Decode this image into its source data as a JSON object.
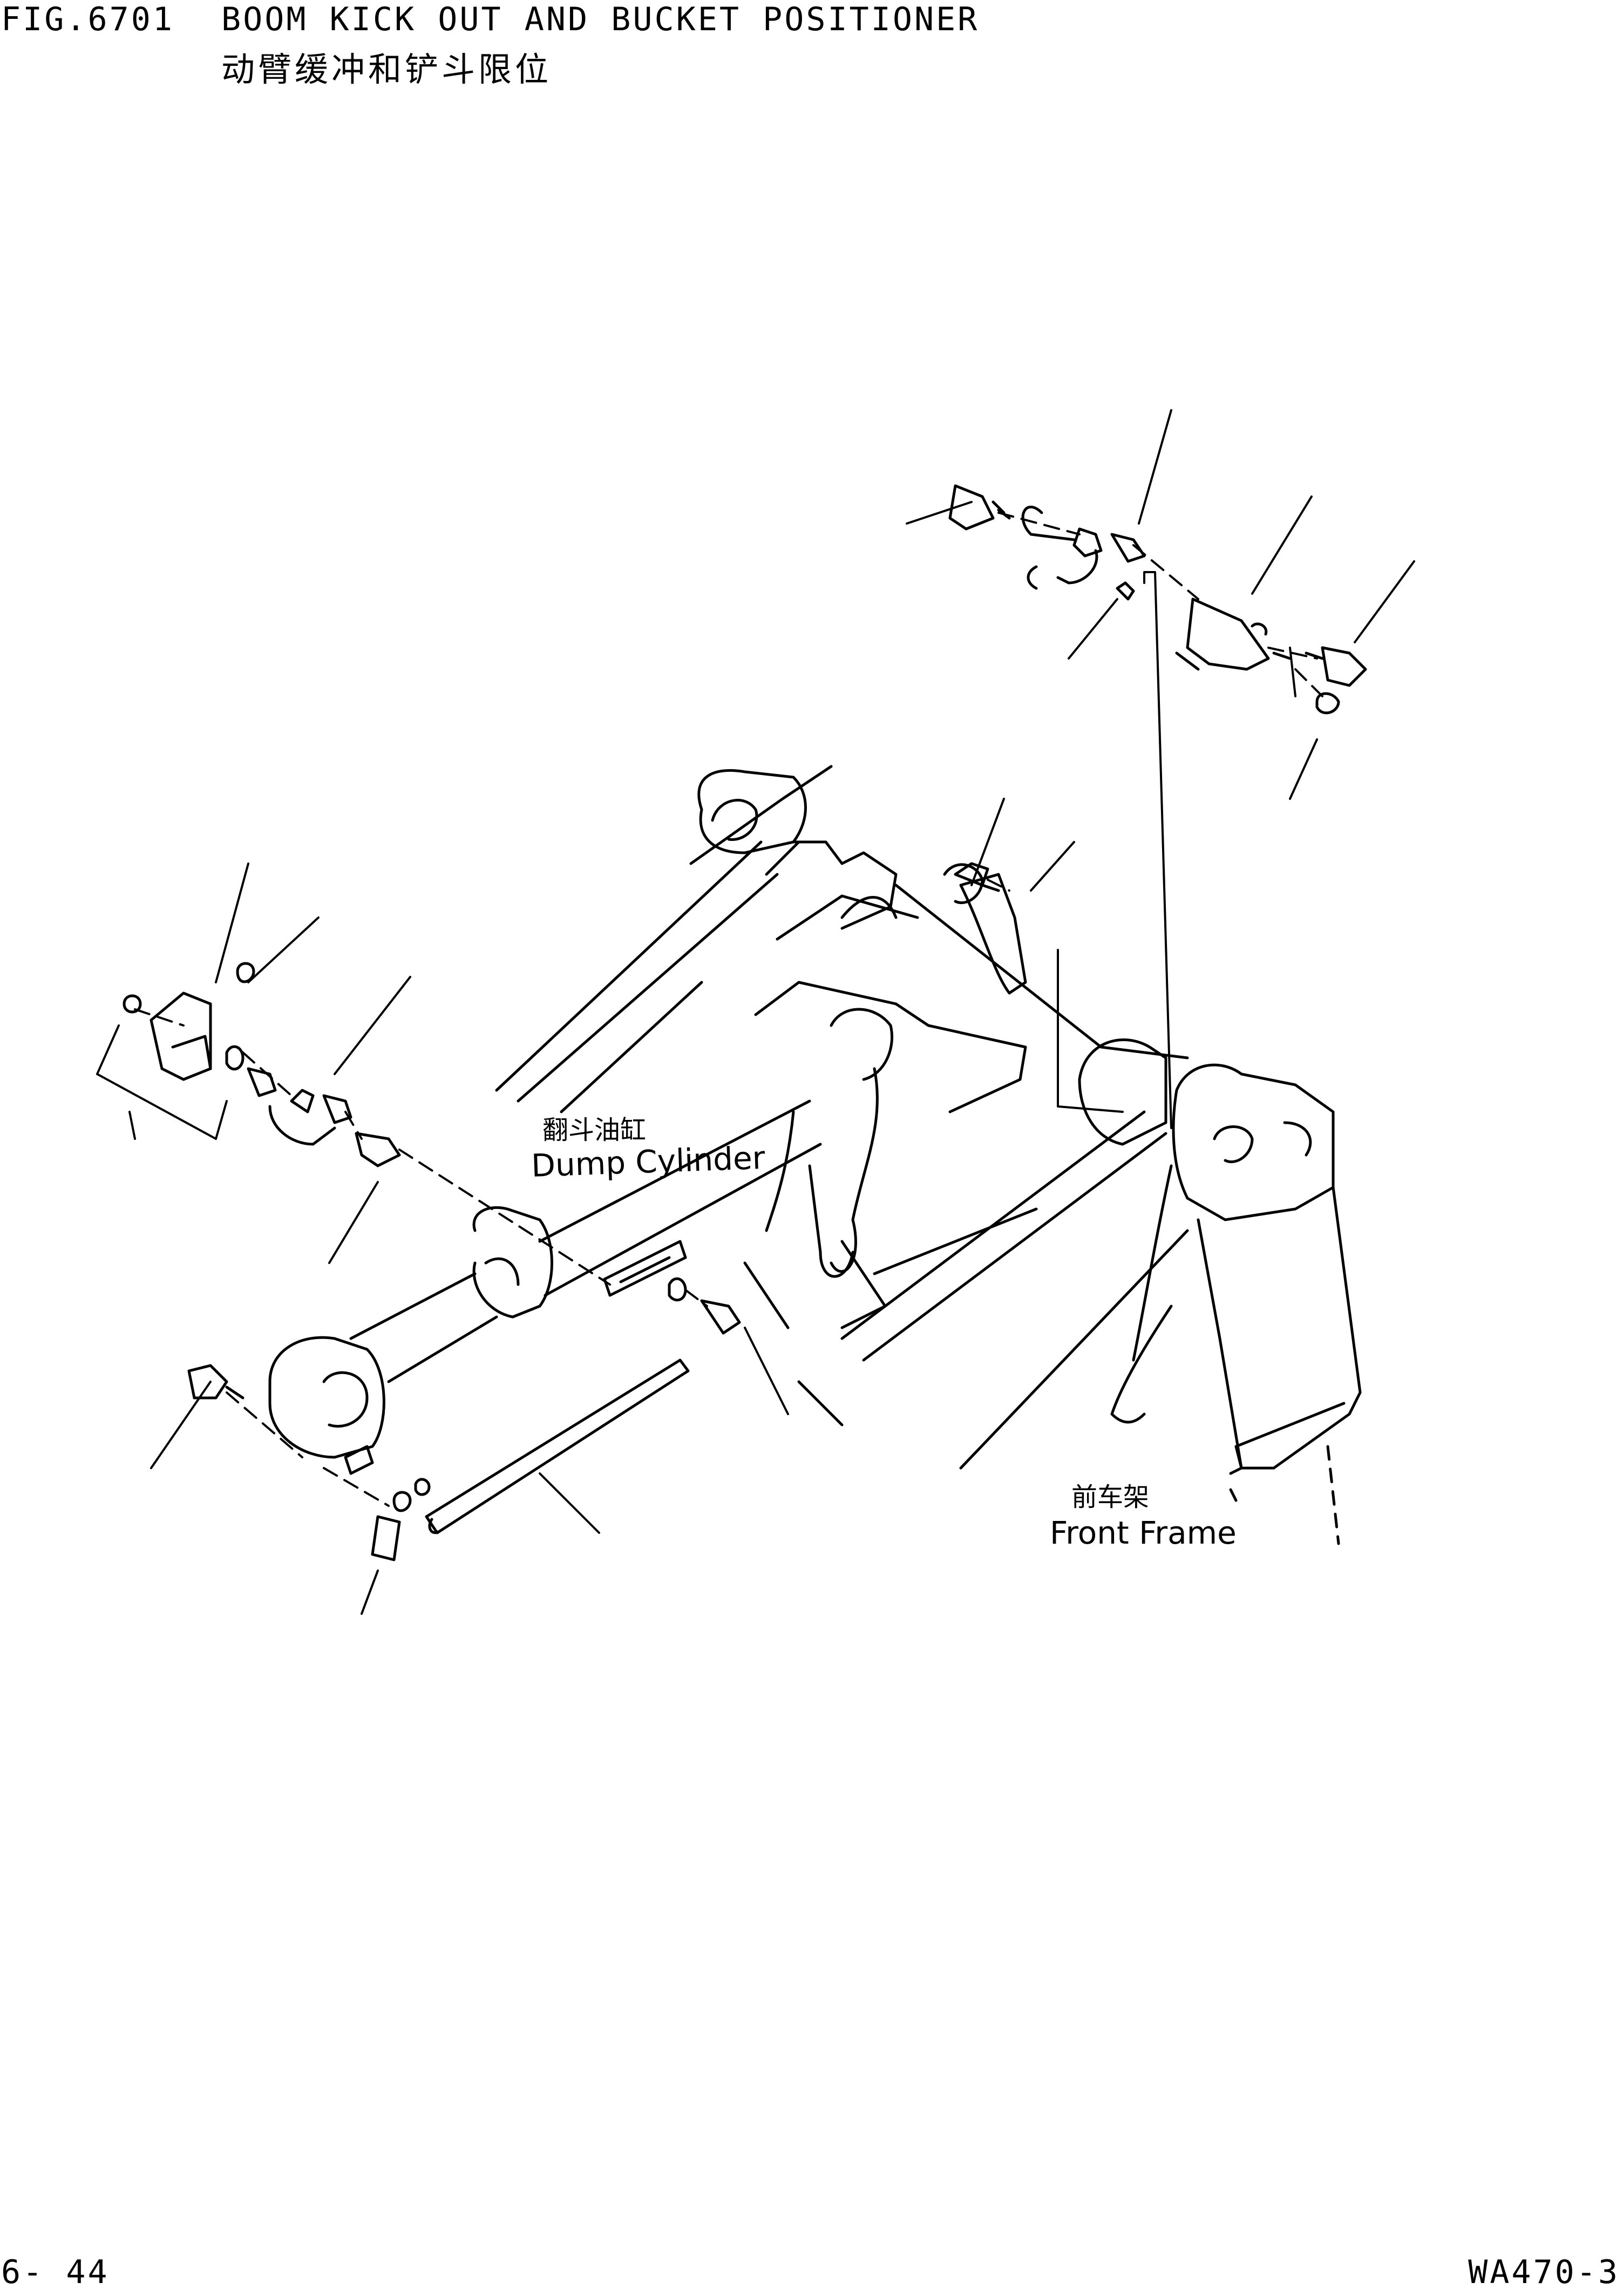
{
  "header": {
    "fig_number": "FIG.6701",
    "title_en": "BOOM KICK OUT AND BUCKET POSITIONER",
    "title_cn": "动臂缓冲和铲斗限位"
  },
  "labels": {
    "dump_cylinder_cn": "翻斗油缸",
    "dump_cylinder_en": "Dump Cylinder",
    "front_frame_cn": "前车架",
    "front_frame_en": "Front Frame"
  },
  "footer": {
    "page_number": "6- 44",
    "model_code": "WA470-3"
  },
  "colors": {
    "ink": "#000000",
    "paper": "#ffffff"
  }
}
